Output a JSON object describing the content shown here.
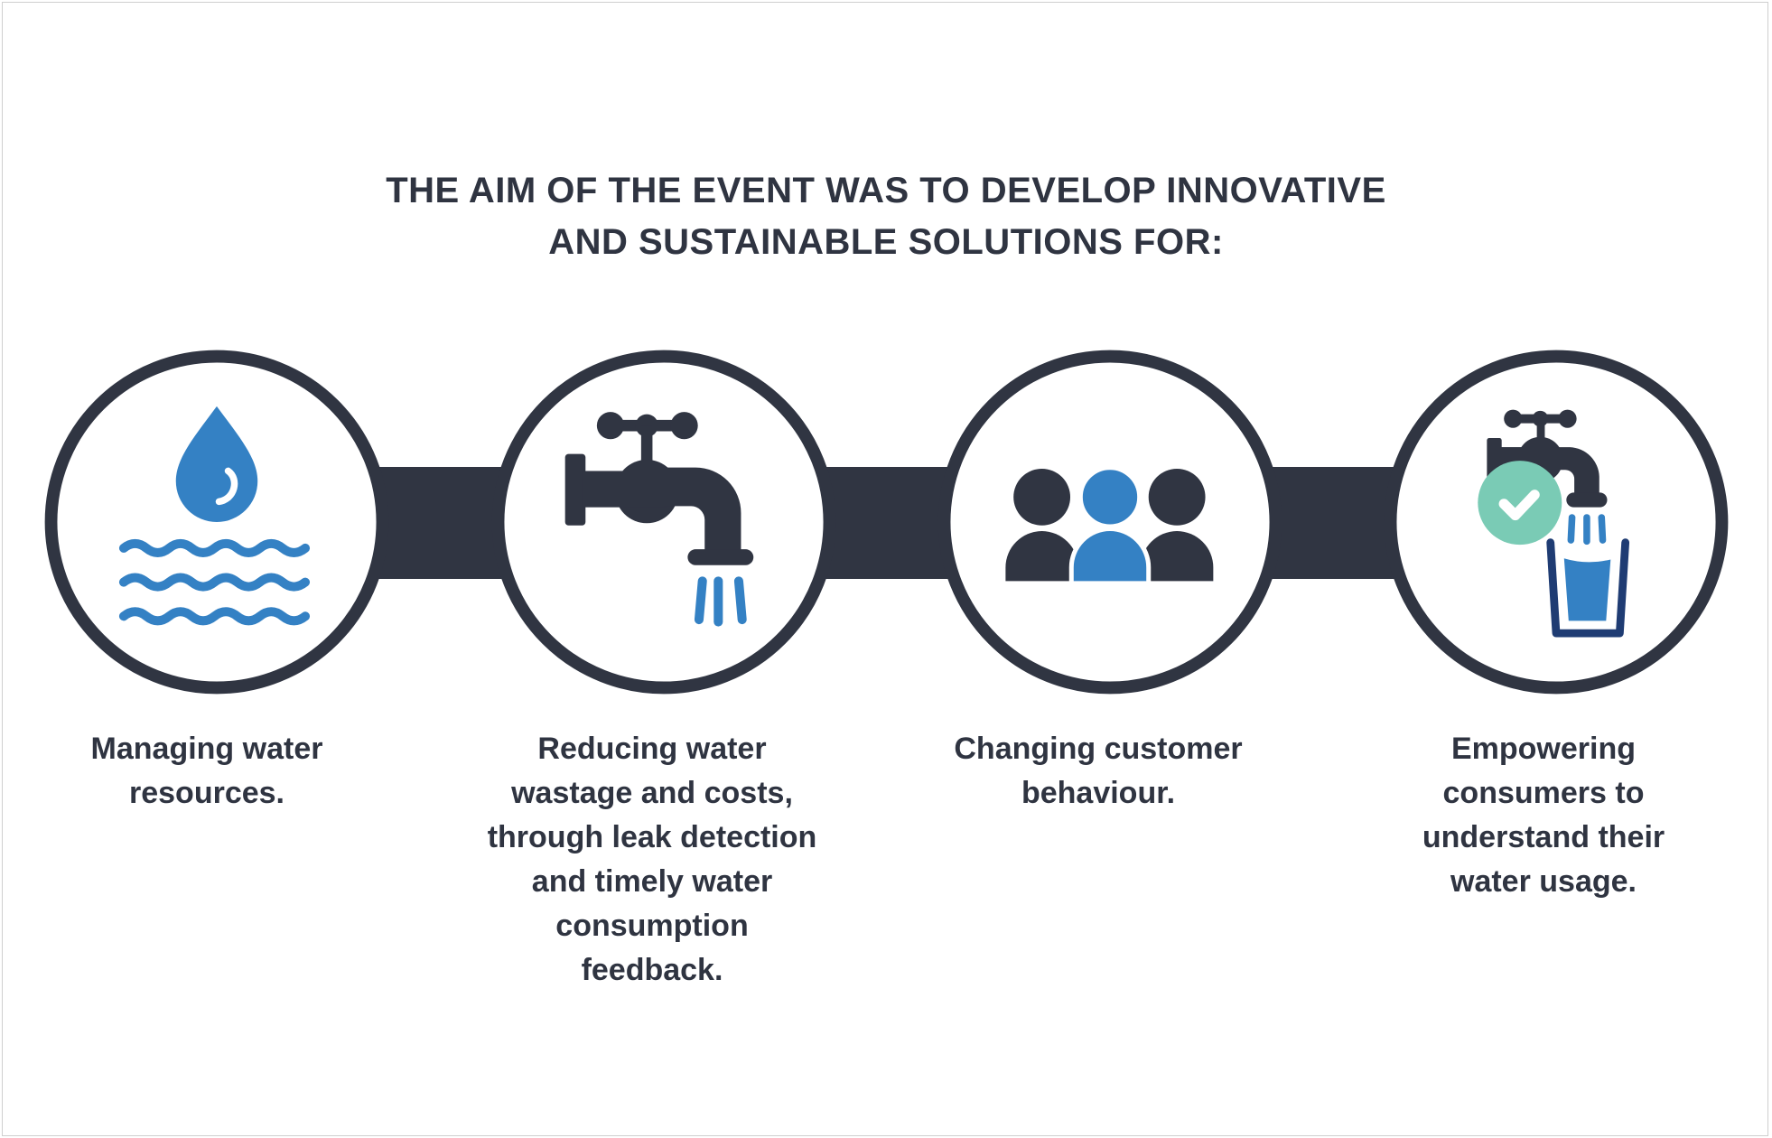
{
  "title": {
    "lines": [
      "THE AIM OF THE EVENT WAS TO DEVELOP INNOVATIVE",
      "AND SUSTAINABLE SOLUTIONS FOR:"
    ]
  },
  "colors": {
    "dark": "#303542",
    "blue": "#3481c4",
    "green": "#7acbb5",
    "navy": "#1f3c73"
  },
  "items": [
    {
      "icon": "water-drop-waves-icon",
      "lines": [
        "Managing water",
        "resources."
      ]
    },
    {
      "icon": "dripping-faucet-icon",
      "lines": [
        "Reducing water",
        "wastage and costs,",
        "through leak detection",
        "and timely water",
        "consumption",
        "feedback."
      ]
    },
    {
      "icon": "people-group-icon",
      "lines": [
        "Changing customer",
        "behaviour."
      ]
    },
    {
      "icon": "faucet-glass-check-icon",
      "lines": [
        "Empowering",
        "consumers to",
        "understand their",
        "water usage."
      ]
    }
  ]
}
